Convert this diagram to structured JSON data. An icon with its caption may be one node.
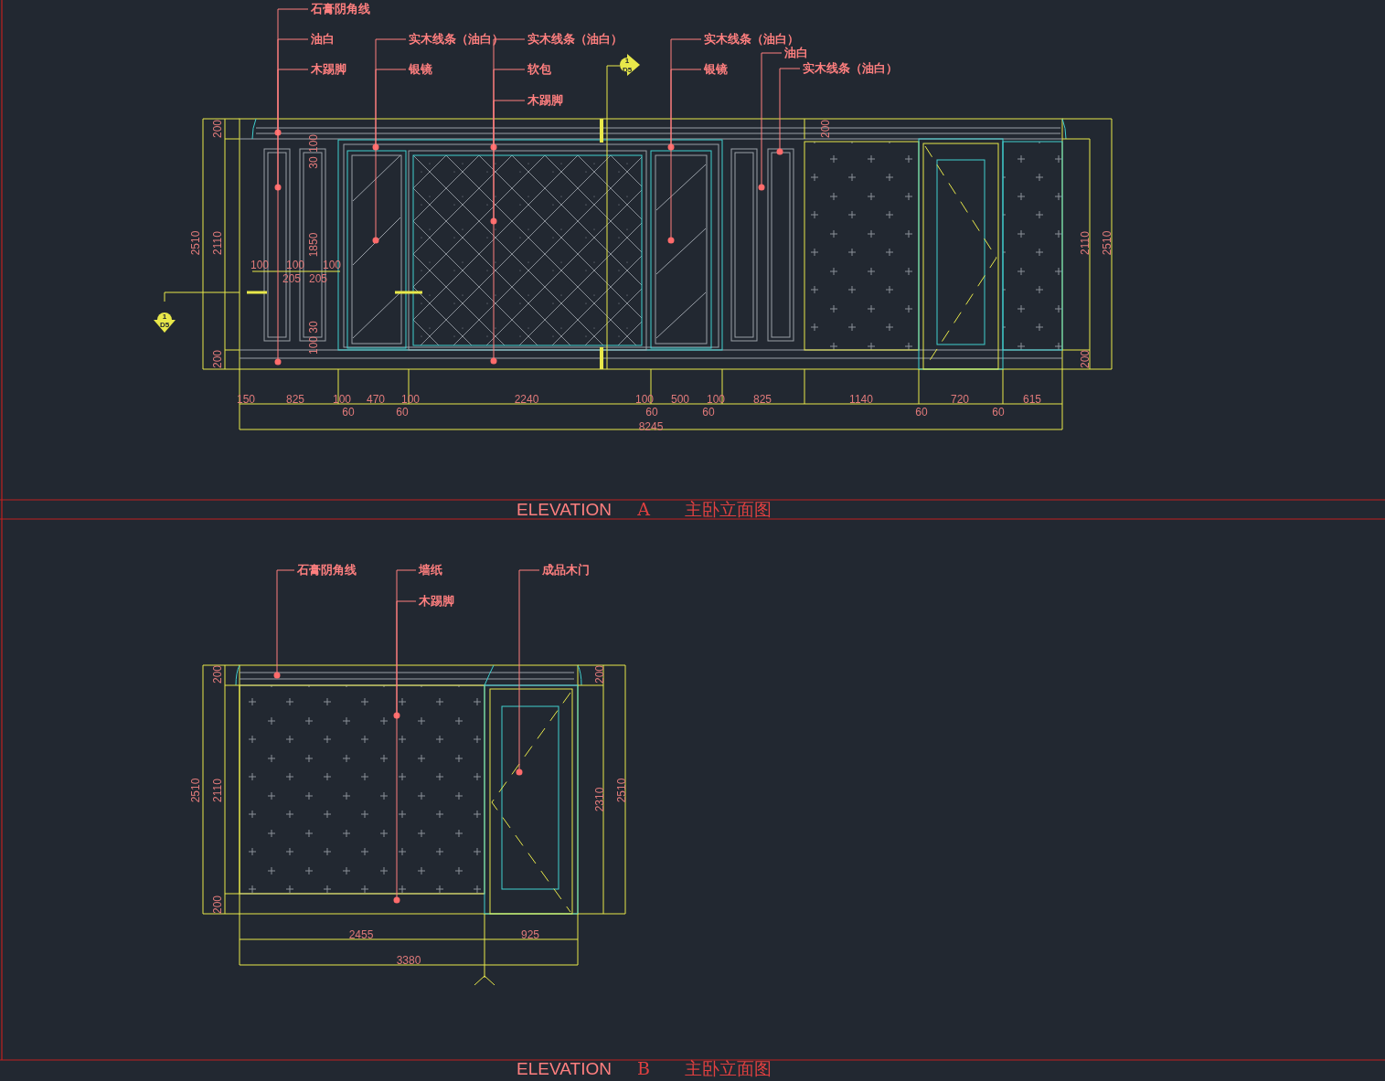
{
  "diagram": {
    "nodes": [
      {
        "text": [
          "石膏阴角线"
        ]
      },
      {
        "text": [
          "油白"
        ]
      },
      {
        "text": [
          "木踢脚"
        ]
      },
      {
        "text": [
          "实木线条（油白）"
        ]
      },
      {
        "text": [
          "银镜"
        ]
      },
      {
        "text": [
          "实木线条（油白）"
        ]
      },
      {
        "text": [
          "软包"
        ]
      },
      {
        "text": [
          "木踢脚"
        ]
      },
      {
        "text": [
          "实木线条（油白）"
        ]
      },
      {
        "text": [
          "银镜"
        ]
      },
      {
        "text": [
          "油白"
        ]
      },
      {
        "text": [
          "实木线条（油白）"
        ]
      },
      {
        "text": [
          "石膏阴角线"
        ]
      },
      {
        "text": [
          "墙纸"
        ]
      },
      {
        "text": [
          "木踢脚"
        ]
      },
      {
        "text": [
          "成品木门"
        ]
      }
    ],
    "edges": [
      {
        "from": 0,
        "to": null,
        "arrow": "other"
      },
      {
        "from": 1,
        "to": null,
        "arrow": "other"
      },
      {
        "from": 2,
        "to": null,
        "arrow": "other"
      },
      {
        "from": 3,
        "to": null,
        "arrow": "other"
      },
      {
        "from": 4,
        "to": null,
        "arrow": "other"
      },
      {
        "from": 5,
        "to": null,
        "arrow": "other"
      },
      {
        "from": 6,
        "to": null,
        "arrow": "other"
      },
      {
        "from": 7,
        "to": null,
        "arrow": "other"
      },
      {
        "from": 8,
        "to": null,
        "arrow": "other"
      },
      {
        "from": 9,
        "to": null,
        "arrow": "other"
      },
      {
        "from": 10,
        "to": null,
        "arrow": "other"
      },
      {
        "from": 11,
        "to": null,
        "arrow": "other"
      },
      {
        "from": 12,
        "to": null,
        "arrow": "other"
      },
      {
        "from": 13,
        "to": null,
        "arrow": "other"
      },
      {
        "from": 14,
        "to": null,
        "arrow": "other"
      },
      {
        "from": 15,
        "to": null,
        "arrow": "other"
      }
    ],
    "labels": [
      "200",
      "2510",
      "2110",
      "200",
      "100",
      "30",
      "1850",
      "30",
      "100",
      "100",
      "100",
      "100",
      "205",
      "205",
      "200",
      "2110",
      "2510",
      "200",
      "1",
      "D5",
      "1",
      "D5",
      "150",
      "825",
      "100",
      "470",
      "100",
      "2240",
      "100",
      "500",
      "100",
      "825",
      "1140",
      "720",
      "615",
      "60",
      "60",
      "60",
      "60",
      "60",
      "60",
      "8245",
      "ELEVATION",
      "A",
      "主卧立面图",
      "200",
      "2510",
      "2110",
      "200",
      "200",
      "2310",
      "2510",
      "2455",
      "925",
      "3380",
      "ELEVATION",
      "B",
      "主卧立面图"
    ]
  }
}
